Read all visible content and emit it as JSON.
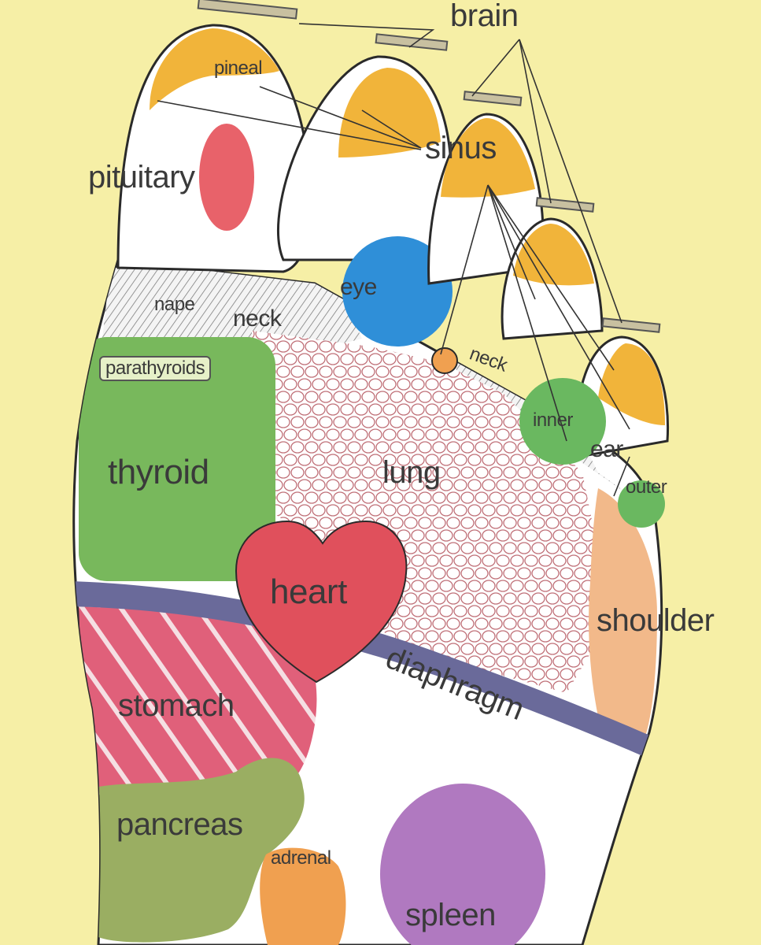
{
  "labels": {
    "brain": "brain",
    "pineal": "pineal",
    "pituitary": "pituitary",
    "sinus": "sinus",
    "nape": "nape",
    "neck": "neck",
    "eye": "eye",
    "neck_small": "neck",
    "parathyroids": "parathyroids",
    "thyroid": "thyroid",
    "lung": "lung",
    "inner": "inner",
    "ear": "ear",
    "outer": "outer",
    "heart": "heart",
    "shoulder": "shoulder",
    "diaphragm": "diaphragm",
    "stomach": "stomach",
    "pancreas": "pancreas",
    "adrenal": "adrenal",
    "spleen": "spleen"
  },
  "colors": {
    "background": "#f6efa6",
    "foot": "#ffffff",
    "outline": "#2a2a2a",
    "toe_tip": "#f1b43a",
    "pituitary": "#e8626a",
    "eye": "#2f8fd8",
    "thyroid": "#78b85c",
    "heart": "#e0505c",
    "stomach": "#e0607a",
    "diaphragm": "#6a6a9a",
    "shoulder": "#f2b98a",
    "pancreas": "#9aae62",
    "adrenal": "#f0a050",
    "spleen": "#b079c0",
    "ear": "#6ab860"
  }
}
